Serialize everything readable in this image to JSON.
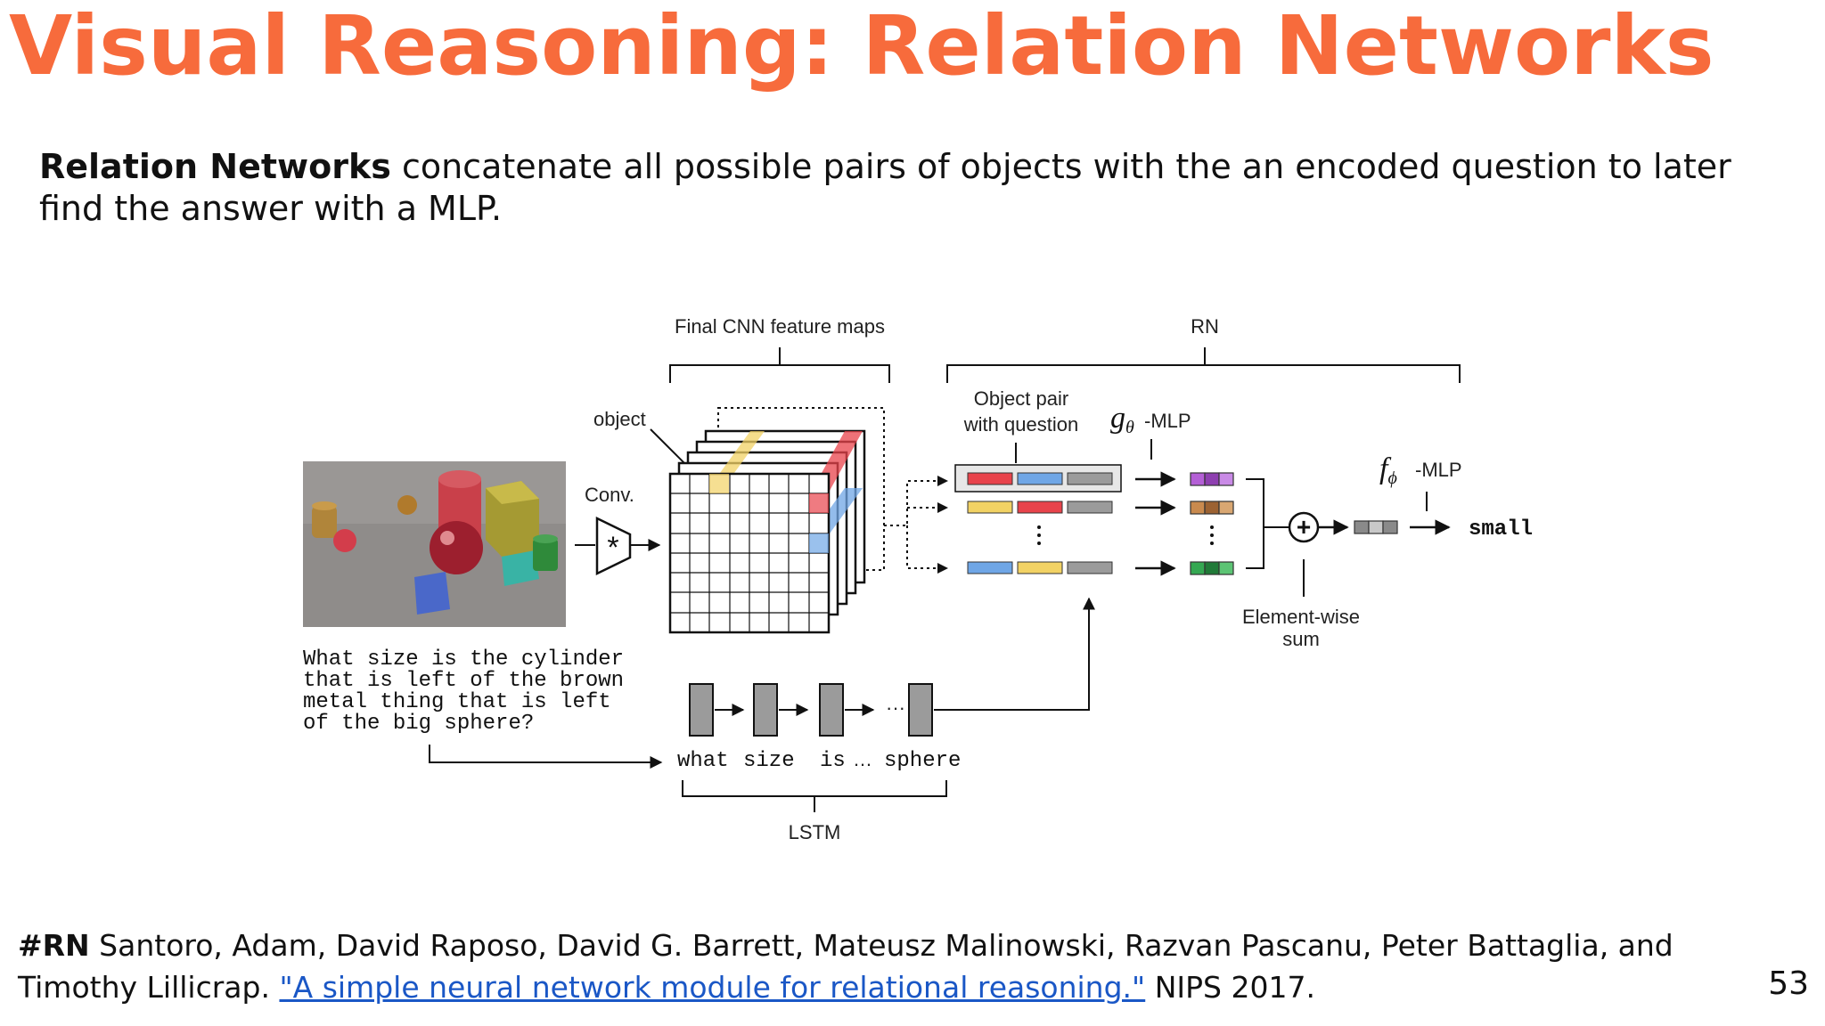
{
  "slide": {
    "title": "Visual Reasoning: Relation Networks",
    "intro_bold": "Relation Networks",
    "intro_rest": " concatenate all possible pairs of objects with the an encoded question to later find the answer with a MLP.",
    "page_number": "53"
  },
  "diagram": {
    "label_cnn": "Final CNN feature maps",
    "label_rn": "RN",
    "label_object": "object",
    "label_conv": "Conv.",
    "conv_symbol": "*",
    "label_pair_1": "Object pair",
    "label_pair_2": "with question",
    "label_g_mlp": "-MLP",
    "label_f_mlp": "-MLP",
    "label_sum_1": "Element-wise",
    "label_sum_2": "sum",
    "answer": "small",
    "question_lines": [
      "What size is the cylinder",
      "that is left of the brown",
      "metal thing that is left",
      "of the big sphere?"
    ],
    "words": [
      "what",
      "size",
      "is",
      "…",
      "sphere"
    ],
    "lstm_dots": "···",
    "label_lstm": "LSTM",
    "colors": {
      "red": "#E8434B",
      "blue": "#6FA6E6",
      "yellow": "#F2D264",
      "gray": "#9B9B9B",
      "purple": "#B45FD6",
      "brown": "#C98A4E",
      "green": "#35A852"
    }
  },
  "reference": {
    "tag": "#RN",
    "authors": " Santoro, Adam, David Raposo, David G. Barrett, Mateusz Malinowski, Razvan Pascanu, Peter Battaglia, and Timothy Lillicrap. ",
    "link_text": "\"A simple neural network module for relational reasoning.\"",
    "venue": " NIPS 2017."
  }
}
